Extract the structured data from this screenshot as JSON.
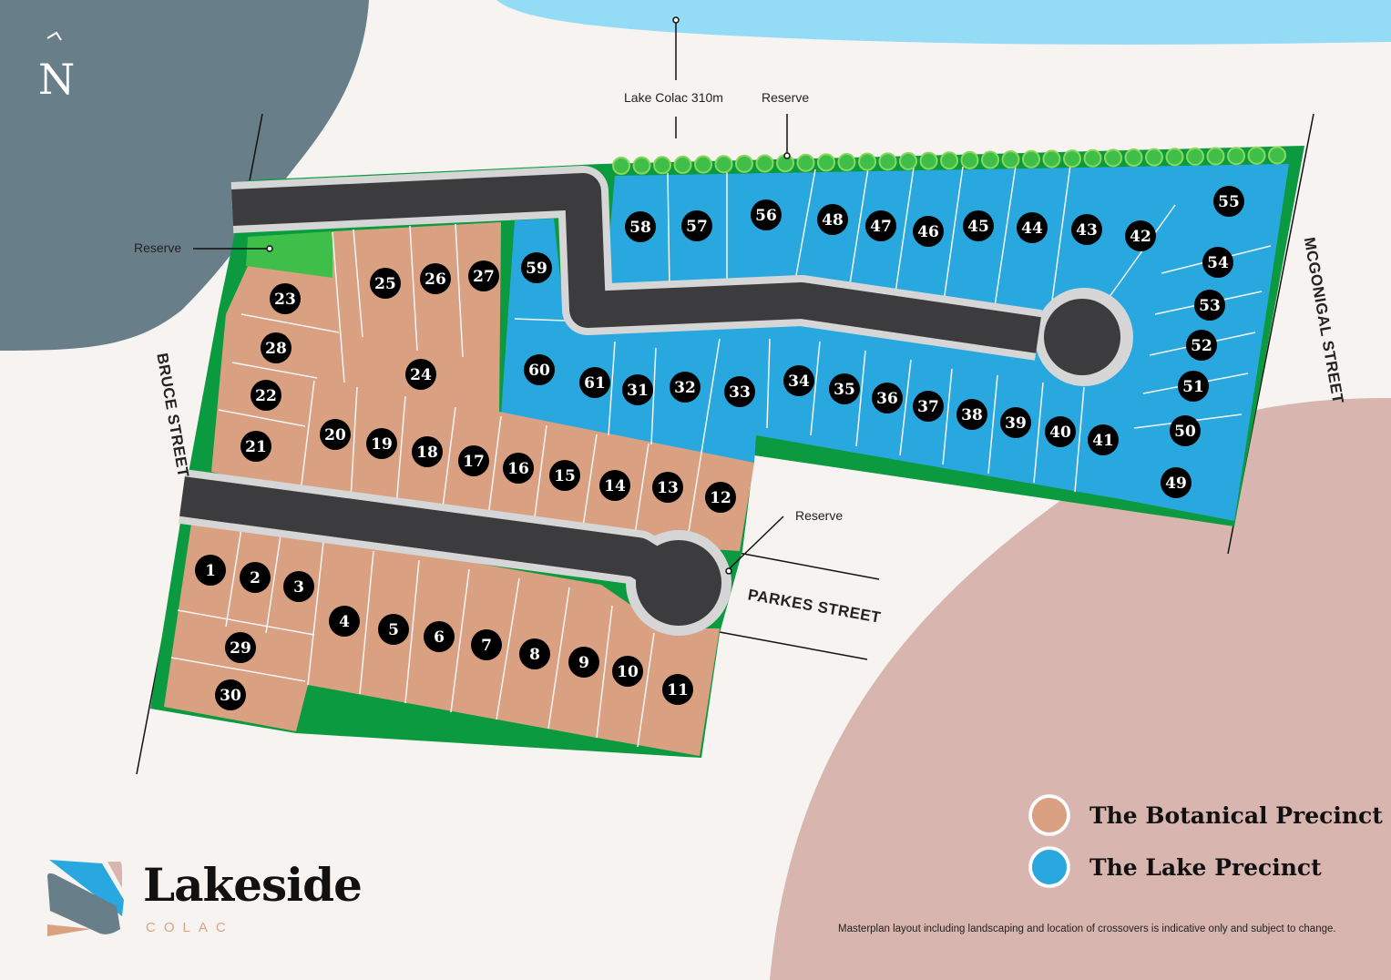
{
  "map": {
    "labels": {
      "lake": "Lake Colac 310m",
      "reserve_top": "Reserve",
      "reserve_left": "Reserve",
      "reserve_parkes": "Reserve",
      "north": "N"
    },
    "streets": {
      "bruce": "BRUCE STREET",
      "mcgonigal": "MCGONIGAL STREET",
      "parkes": "PARKES STREET"
    },
    "colors": {
      "background": "#f7f3f1",
      "slate": "#687f89",
      "lake": "#94dbf6",
      "pink": "#d8b5ae",
      "lake_precinct": "#29a8e0",
      "botanical_precinct": "#d9a082",
      "green": "#0b9a3f",
      "road": "#3c3c3e"
    },
    "lots": [
      {
        "n": "1",
        "p": "botanical"
      },
      {
        "n": "2",
        "p": "botanical"
      },
      {
        "n": "3",
        "p": "botanical"
      },
      {
        "n": "4",
        "p": "botanical"
      },
      {
        "n": "5",
        "p": "botanical"
      },
      {
        "n": "6",
        "p": "botanical"
      },
      {
        "n": "7",
        "p": "botanical"
      },
      {
        "n": "8",
        "p": "botanical"
      },
      {
        "n": "9",
        "p": "botanical"
      },
      {
        "n": "10",
        "p": "botanical"
      },
      {
        "n": "11",
        "p": "botanical"
      },
      {
        "n": "12",
        "p": "botanical"
      },
      {
        "n": "13",
        "p": "botanical"
      },
      {
        "n": "14",
        "p": "botanical"
      },
      {
        "n": "15",
        "p": "botanical"
      },
      {
        "n": "16",
        "p": "botanical"
      },
      {
        "n": "17",
        "p": "botanical"
      },
      {
        "n": "18",
        "p": "botanical"
      },
      {
        "n": "19",
        "p": "botanical"
      },
      {
        "n": "20",
        "p": "botanical"
      },
      {
        "n": "21",
        "p": "botanical"
      },
      {
        "n": "22",
        "p": "botanical"
      },
      {
        "n": "23",
        "p": "botanical"
      },
      {
        "n": "24",
        "p": "botanical"
      },
      {
        "n": "25",
        "p": "botanical"
      },
      {
        "n": "26",
        "p": "botanical"
      },
      {
        "n": "27",
        "p": "botanical"
      },
      {
        "n": "28",
        "p": "botanical"
      },
      {
        "n": "29",
        "p": "botanical"
      },
      {
        "n": "30",
        "p": "botanical"
      },
      {
        "n": "31",
        "p": "lake"
      },
      {
        "n": "32",
        "p": "lake"
      },
      {
        "n": "33",
        "p": "lake"
      },
      {
        "n": "34",
        "p": "lake"
      },
      {
        "n": "35",
        "p": "lake"
      },
      {
        "n": "36",
        "p": "lake"
      },
      {
        "n": "37",
        "p": "lake"
      },
      {
        "n": "38",
        "p": "lake"
      },
      {
        "n": "39",
        "p": "lake"
      },
      {
        "n": "40",
        "p": "lake"
      },
      {
        "n": "41",
        "p": "lake"
      },
      {
        "n": "42",
        "p": "lake"
      },
      {
        "n": "43",
        "p": "lake"
      },
      {
        "n": "44",
        "p": "lake"
      },
      {
        "n": "45",
        "p": "lake"
      },
      {
        "n": "46",
        "p": "lake"
      },
      {
        "n": "47",
        "p": "lake"
      },
      {
        "n": "48",
        "p": "lake"
      },
      {
        "n": "49",
        "p": "lake"
      },
      {
        "n": "50",
        "p": "lake"
      },
      {
        "n": "51",
        "p": "lake"
      },
      {
        "n": "52",
        "p": "lake"
      },
      {
        "n": "53",
        "p": "lake"
      },
      {
        "n": "54",
        "p": "lake"
      },
      {
        "n": "55",
        "p": "lake"
      },
      {
        "n": "56",
        "p": "lake"
      },
      {
        "n": "57",
        "p": "lake"
      },
      {
        "n": "58",
        "p": "lake"
      },
      {
        "n": "59",
        "p": "lake"
      },
      {
        "n": "60",
        "p": "lake"
      },
      {
        "n": "61",
        "p": "lake"
      }
    ]
  },
  "legend": {
    "botanical": "The Botanical Precinct",
    "lake": "The Lake Precinct"
  },
  "brand": {
    "name": "Lakeside",
    "sub": "COLAC"
  },
  "disclaimer": "Masterplan layout including landscaping and location of crossovers is indicative only and subject to change."
}
